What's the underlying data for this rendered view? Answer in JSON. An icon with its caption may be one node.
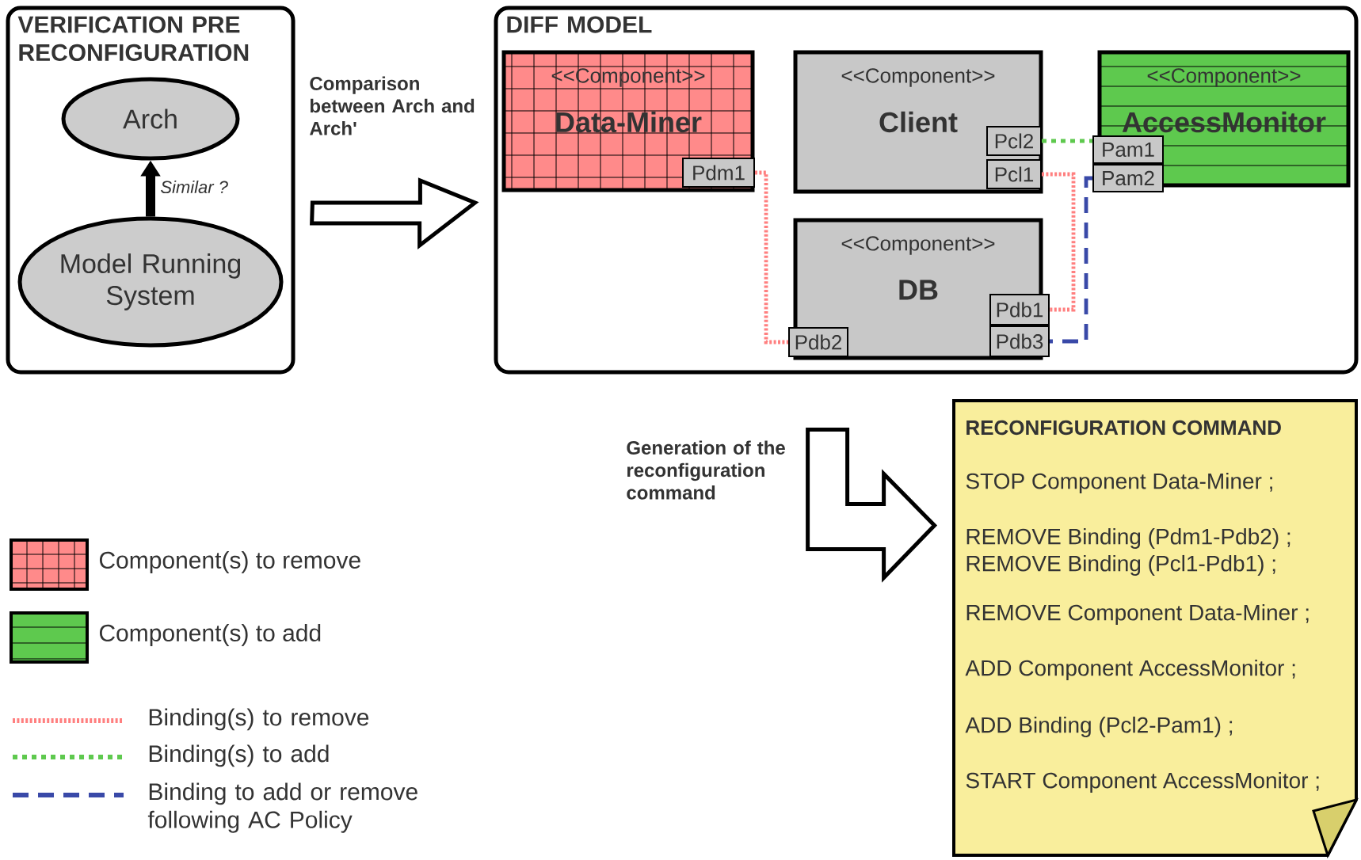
{
  "diagram": {
    "nodes": [
      {
        "text": [
          "VERIFICATION PRE RECONFIGURATION"
        ]
      },
      {
        "text": [
          "Arch"
        ],
        "in": 0
      },
      {
        "text": [
          "Model Running System"
        ],
        "in": 0
      },
      {
        "text": [
          "DIFF MODEL"
        ]
      },
      {
        "text": [
          "<<Component>>",
          "Data-Miner"
        ],
        "in": 3
      },
      {
        "text": [
          "Pdm1"
        ],
        "in": 4
      },
      {
        "text": [
          "<<Component>>",
          "Client"
        ],
        "in": 3
      },
      {
        "text": [
          "Pcl2"
        ],
        "in": 6
      },
      {
        "text": [
          "Pcl1"
        ],
        "in": 6
      },
      {
        "text": [
          "<<Component>>",
          "AccessMonitor"
        ],
        "in": 3
      },
      {
        "text": [
          "Pam1"
        ],
        "in": 9
      },
      {
        "text": [
          "Pam2"
        ],
        "in": 9
      },
      {
        "text": [
          "<<Component>>",
          "DB"
        ],
        "in": 3
      },
      {
        "text": [
          "Pdb1"
        ],
        "in": 12
      },
      {
        "text": [
          "Pdb2"
        ],
        "in": 12
      },
      {
        "text": [
          "Pdb3"
        ],
        "in": 12
      },
      {
        "text": [
          "RECONFIGURATION COMMAND",
          "STOP Component Data-Miner ;",
          "REMOVE Binding (Pdm1-Pdb2) ;",
          "REMOVE Binding (Pcl1-Pdb1) ;",
          "REMOVE Component Data-Miner ;",
          "ADD Component AccessMonitor ;",
          "ADD Binding (Pcl2-Pam1) ;",
          "START Component AccessMonitor ;"
        ]
      }
    ],
    "edges": [
      {
        "from": 2,
        "to": 1,
        "arrow": "to",
        "label": "Similar ?",
        "style": "thick",
        "color": "#000000"
      },
      {
        "from": 0,
        "to": 3,
        "arrow": "to",
        "label": "Comparison between Arch and Arch'"
      },
      {
        "from": 3,
        "to": 16,
        "arrow": "to",
        "label": "Generation of the reconfiguration command"
      },
      {
        "from": 5,
        "to": 14,
        "arrow": "none",
        "style": "dashed",
        "color": "#ff7f7f"
      },
      {
        "from": 8,
        "to": 13,
        "arrow": "none",
        "style": "dashed",
        "color": "#ff7f7f"
      },
      {
        "from": 7,
        "to": 10,
        "arrow": "none",
        "style": "dashed",
        "color": "#5ec94e"
      },
      {
        "from": 11,
        "to": 15,
        "arrow": "none",
        "style": "dashed",
        "color": "#3949a8"
      }
    ],
    "legend": [
      {
        "text": "Component(s) to remove",
        "color": "#ff8a8a"
      },
      {
        "text": "Component(s) to add",
        "color": "#5ec94e"
      },
      {
        "text": "Binding(s) to remove"
      },
      {
        "text": "Binding(s) to add"
      },
      {
        "text": "Binding to add or remove following AC Policy"
      }
    ]
  }
}
